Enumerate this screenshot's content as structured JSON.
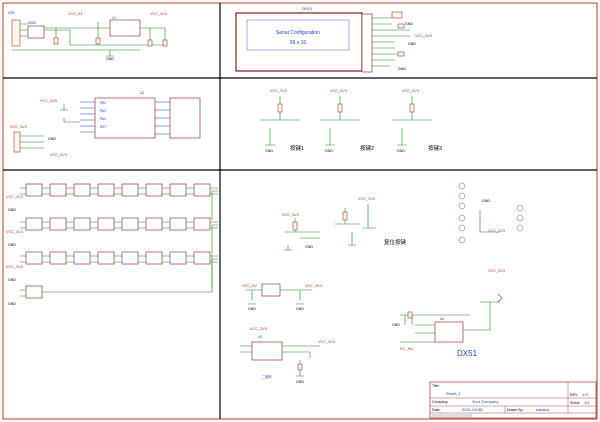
{
  "serial_box": {
    "title": "Serial Configuration",
    "size": "96 x 16"
  },
  "keys": {
    "k1": "按键1",
    "k2": "按键2",
    "k3": "按键3",
    "reset": "复位按键"
  },
  "chip_label": "DX51",
  "net_labels": {
    "vcc": "VCC_3V3",
    "gnd": "GND"
  },
  "title_block": {
    "title_label": "Title:",
    "title_value": "Sheet_1",
    "rev_label": "REV:",
    "rev_value": "1.0",
    "company_label": "Company:",
    "company_value": "Your Company",
    "sheet_label": "Sheet:",
    "sheet_value": "1/1",
    "date_label": "Date:",
    "date_value": "2021-03-08",
    "drawn_label": "Drawn By:",
    "drawn_value": "kakaka"
  },
  "colors": {
    "frame": "#c0392b",
    "wire": "#1a8a1a",
    "text": "#1f3fbf",
    "part": "#8b1a1a"
  }
}
